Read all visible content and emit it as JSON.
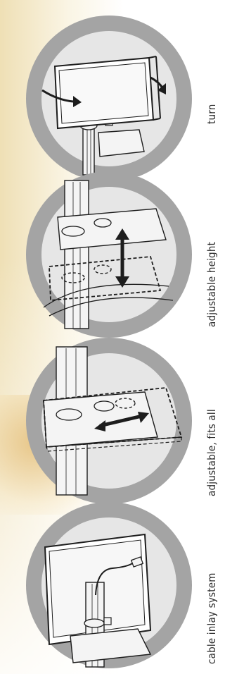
{
  "panels": [
    {
      "id": "turn",
      "caption": "turn",
      "arrow_icon": "rotate-arrows-icon"
    },
    {
      "id": "height",
      "caption": "adjustable height",
      "arrow_icon": "vertical-double-arrow-icon"
    },
    {
      "id": "fit",
      "caption": "adjustable, fits all",
      "arrow_icon": "horizontal-double-arrow-icon"
    },
    {
      "id": "cable",
      "caption": "cable inlay system",
      "arrow_icon": ""
    }
  ],
  "colors": {
    "ring": "#a4a4a4",
    "disc": "#e6e6e6",
    "line": "#1d1d1d",
    "background_tint": "#ecd9a7"
  }
}
